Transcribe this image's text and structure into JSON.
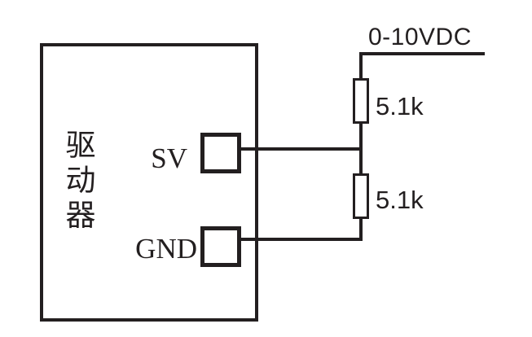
{
  "diagram": {
    "background": "#ffffff",
    "line_color": "#231f20",
    "driver": {
      "label": "驱动器"
    },
    "terminals": [
      {
        "label": "SV"
      },
      {
        "label": "GND"
      }
    ],
    "supply": {
      "label": "0-10VDC"
    },
    "resistors": [
      {
        "label": "5.1k"
      },
      {
        "label": "5.1k"
      }
    ]
  }
}
